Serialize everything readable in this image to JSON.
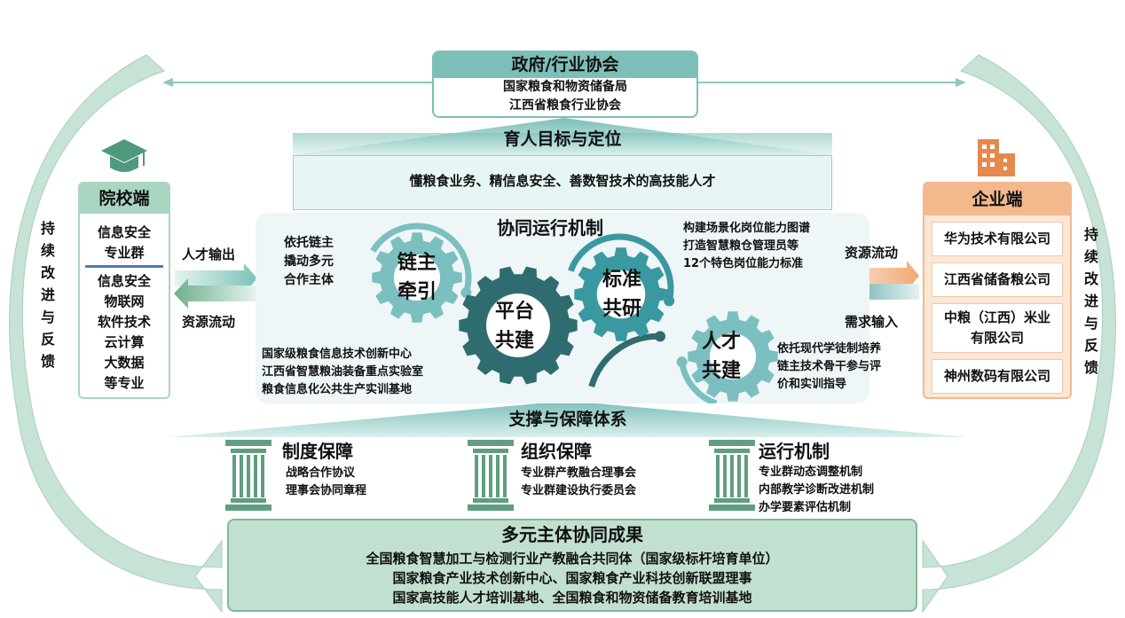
{
  "government": {
    "title": "政府/行业协会",
    "lines": [
      "国家粮食和物资储备局",
      "江西省粮食行业协会"
    ]
  },
  "goal": {
    "title": "育人目标与定位",
    "text": "懂粮食业务、精信息安全、善数智技术的高技能人才"
  },
  "school": {
    "title": "院校端",
    "group": "信息安全专业群",
    "group_lines": [
      "信息安全",
      "专业群"
    ],
    "majors": [
      "信息安全",
      "物联网",
      "软件技术",
      "云计算",
      "大数据",
      "等专业"
    ]
  },
  "enterprise": {
    "title": "企业端",
    "companies": [
      "华为技术有限公司",
      "江西省储备粮公司",
      "中粮（江西）米业有限公司",
      "神州数码有限公司"
    ],
    "company3_lines": [
      "中粮（江西）米业",
      "有限公司"
    ]
  },
  "flows": {
    "talent_output": "人才输出",
    "resource_flow_left": "资源流动",
    "resource_flow_right": "资源流动",
    "demand_input": "需求输入"
  },
  "feedback": {
    "left": "持续改进与反馈",
    "right": "持续改进与反馈"
  },
  "mechanism": {
    "title": "协同运行机制",
    "gears": [
      {
        "label": [
          "链主",
          "牵引"
        ],
        "desc": [
          "依托链主",
          "撬动多元",
          "合作主体"
        ]
      },
      {
        "label": [
          "平台",
          "共建"
        ],
        "desc": [
          "国家级粮食信息技术创新中心",
          "江西省智慧粮油装备重点实验室",
          "粮食信息化公共生产实训基地"
        ]
      },
      {
        "label": [
          "标准",
          "共研"
        ],
        "desc": [
          "构建场景化岗位能力图谱",
          "打造智慧粮仓管理员等",
          "12个特色岗位能力标准"
        ]
      },
      {
        "label": [
          "人才",
          "共建"
        ],
        "desc": [
          "依托现代学徒制培养",
          "链主技术骨干参与评",
          "价和实训指导"
        ]
      }
    ]
  },
  "support": {
    "title": "支撑与保障体系",
    "pillars": [
      {
        "title": "制度保障",
        "items": [
          "战略合作协议",
          "理事会协同章程"
        ]
      },
      {
        "title": "组织保障",
        "items": [
          "专业群产教融合理事会",
          "专业群建设执行委员会"
        ]
      },
      {
        "title": "运行机制",
        "items": [
          "专业群动态调整机制",
          "内部教学诊断改进机制",
          "办学要素评估机制"
        ]
      }
    ]
  },
  "results": {
    "title": "多元主体协同成果",
    "lines": [
      "全国粮食智慧加工与检测行业产教融合共同体（国家级标杆培育单位）",
      "国家粮食产业技术创新中心、国家粮食产业科技创新联盟理事",
      "国家高技能人才培训基地、全国粮食和物资储备教育培训基地"
    ]
  },
  "colors": {
    "teal_dark": "#2f6c70",
    "teal_mid": "#3a98a0",
    "teal_light": "#7cbfc0",
    "green": "#5f9e80",
    "orange": "#f3b88c"
  }
}
